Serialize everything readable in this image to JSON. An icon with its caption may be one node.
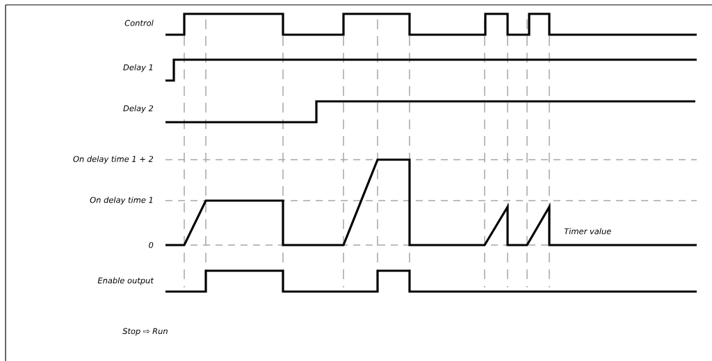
{
  "diagram": {
    "labels": [
      "Control",
      "Delay 1",
      "Delay 2",
      "On delay time 1 + 2",
      "On delay time 1",
      "0",
      "Timer value",
      "Enable output",
      "Stop ⇨ Run"
    ]
  }
}
